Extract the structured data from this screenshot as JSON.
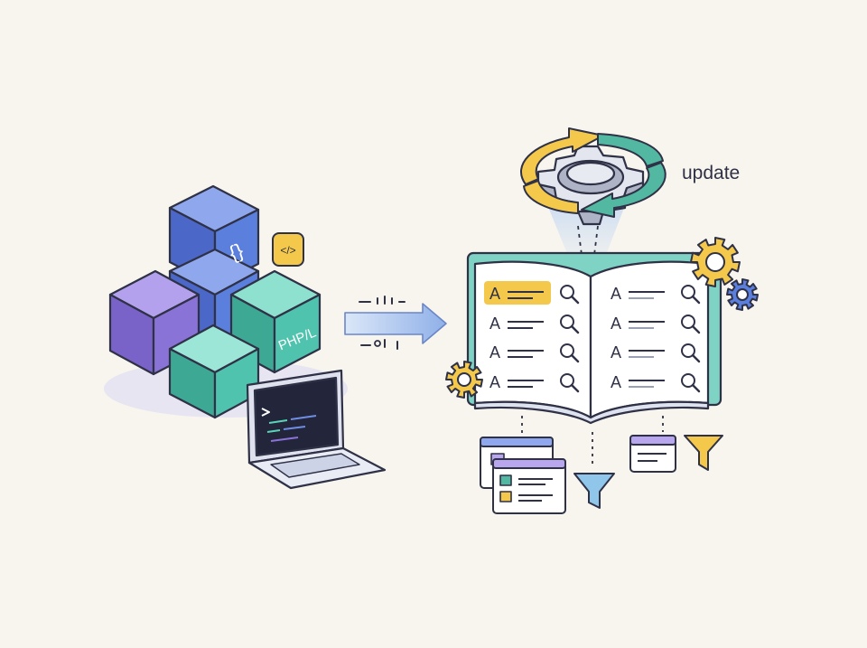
{
  "labels": {
    "update": "update",
    "code_braces": "{}",
    "code_tag": "</>",
    "php_cube": "PHP/L",
    "index_letter": "A"
  },
  "colors": {
    "background": "#f7f5ee",
    "outline": "#2f3146",
    "blue_cube": "#5b7fdc",
    "purple_cube": "#8a73d6",
    "teal_cube": "#4fc3ad",
    "yellow": "#f4c84a",
    "teal_accent": "#52b8a2",
    "arrow_blue": "#9db9ea",
    "book_frame": "#7fd3c4",
    "panel_purple": "#b8a7ee"
  },
  "icons": [
    "curly-braces-icon",
    "code-tag-icon",
    "terminal-icon",
    "arrow-right-icon",
    "gear-icon",
    "refresh-cycle-icon",
    "magnifier-icon",
    "filter-icon",
    "card-stack-icon"
  ]
}
